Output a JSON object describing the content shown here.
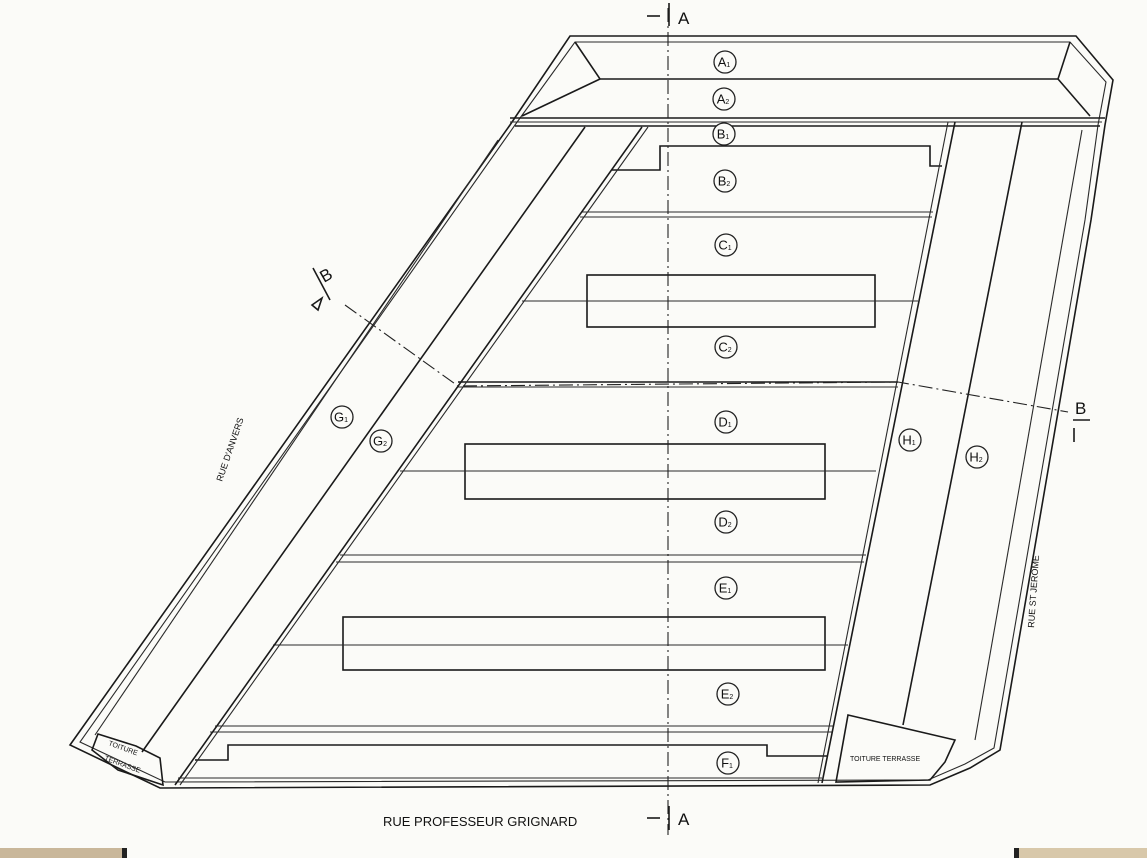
{
  "zones": [
    {
      "id": "A1",
      "letter": "A",
      "sub": "1"
    },
    {
      "id": "A2",
      "letter": "A",
      "sub": "2"
    },
    {
      "id": "B1",
      "letter": "B",
      "sub": "1"
    },
    {
      "id": "B2",
      "letter": "B",
      "sub": "2"
    },
    {
      "id": "C1",
      "letter": "C",
      "sub": "1"
    },
    {
      "id": "C2",
      "letter": "C",
      "sub": "2"
    },
    {
      "id": "D1",
      "letter": "D",
      "sub": "1"
    },
    {
      "id": "D2",
      "letter": "D",
      "sub": "2"
    },
    {
      "id": "E1",
      "letter": "E",
      "sub": "1"
    },
    {
      "id": "E2",
      "letter": "E",
      "sub": "2"
    },
    {
      "id": "F1",
      "letter": "F",
      "sub": "1"
    },
    {
      "id": "G1",
      "letter": "G",
      "sub": "1"
    },
    {
      "id": "G2",
      "letter": "G",
      "sub": "2"
    },
    {
      "id": "H1",
      "letter": "H",
      "sub": "1"
    },
    {
      "id": "H2",
      "letter": "H",
      "sub": "2"
    }
  ],
  "section_marks": {
    "a_top": "A",
    "a_bottom": "A",
    "b_left": "B",
    "b_right": "B"
  },
  "streets": {
    "bottom": "RUE PROFESSEUR GRIGNARD",
    "left": "RUE D'ANVERS",
    "right": "RUE ST JEROME"
  },
  "roof_notes": {
    "left_line1": "TOITURE",
    "left_line2": "TERRASSE",
    "right": "TOITURE TERRASSE"
  }
}
